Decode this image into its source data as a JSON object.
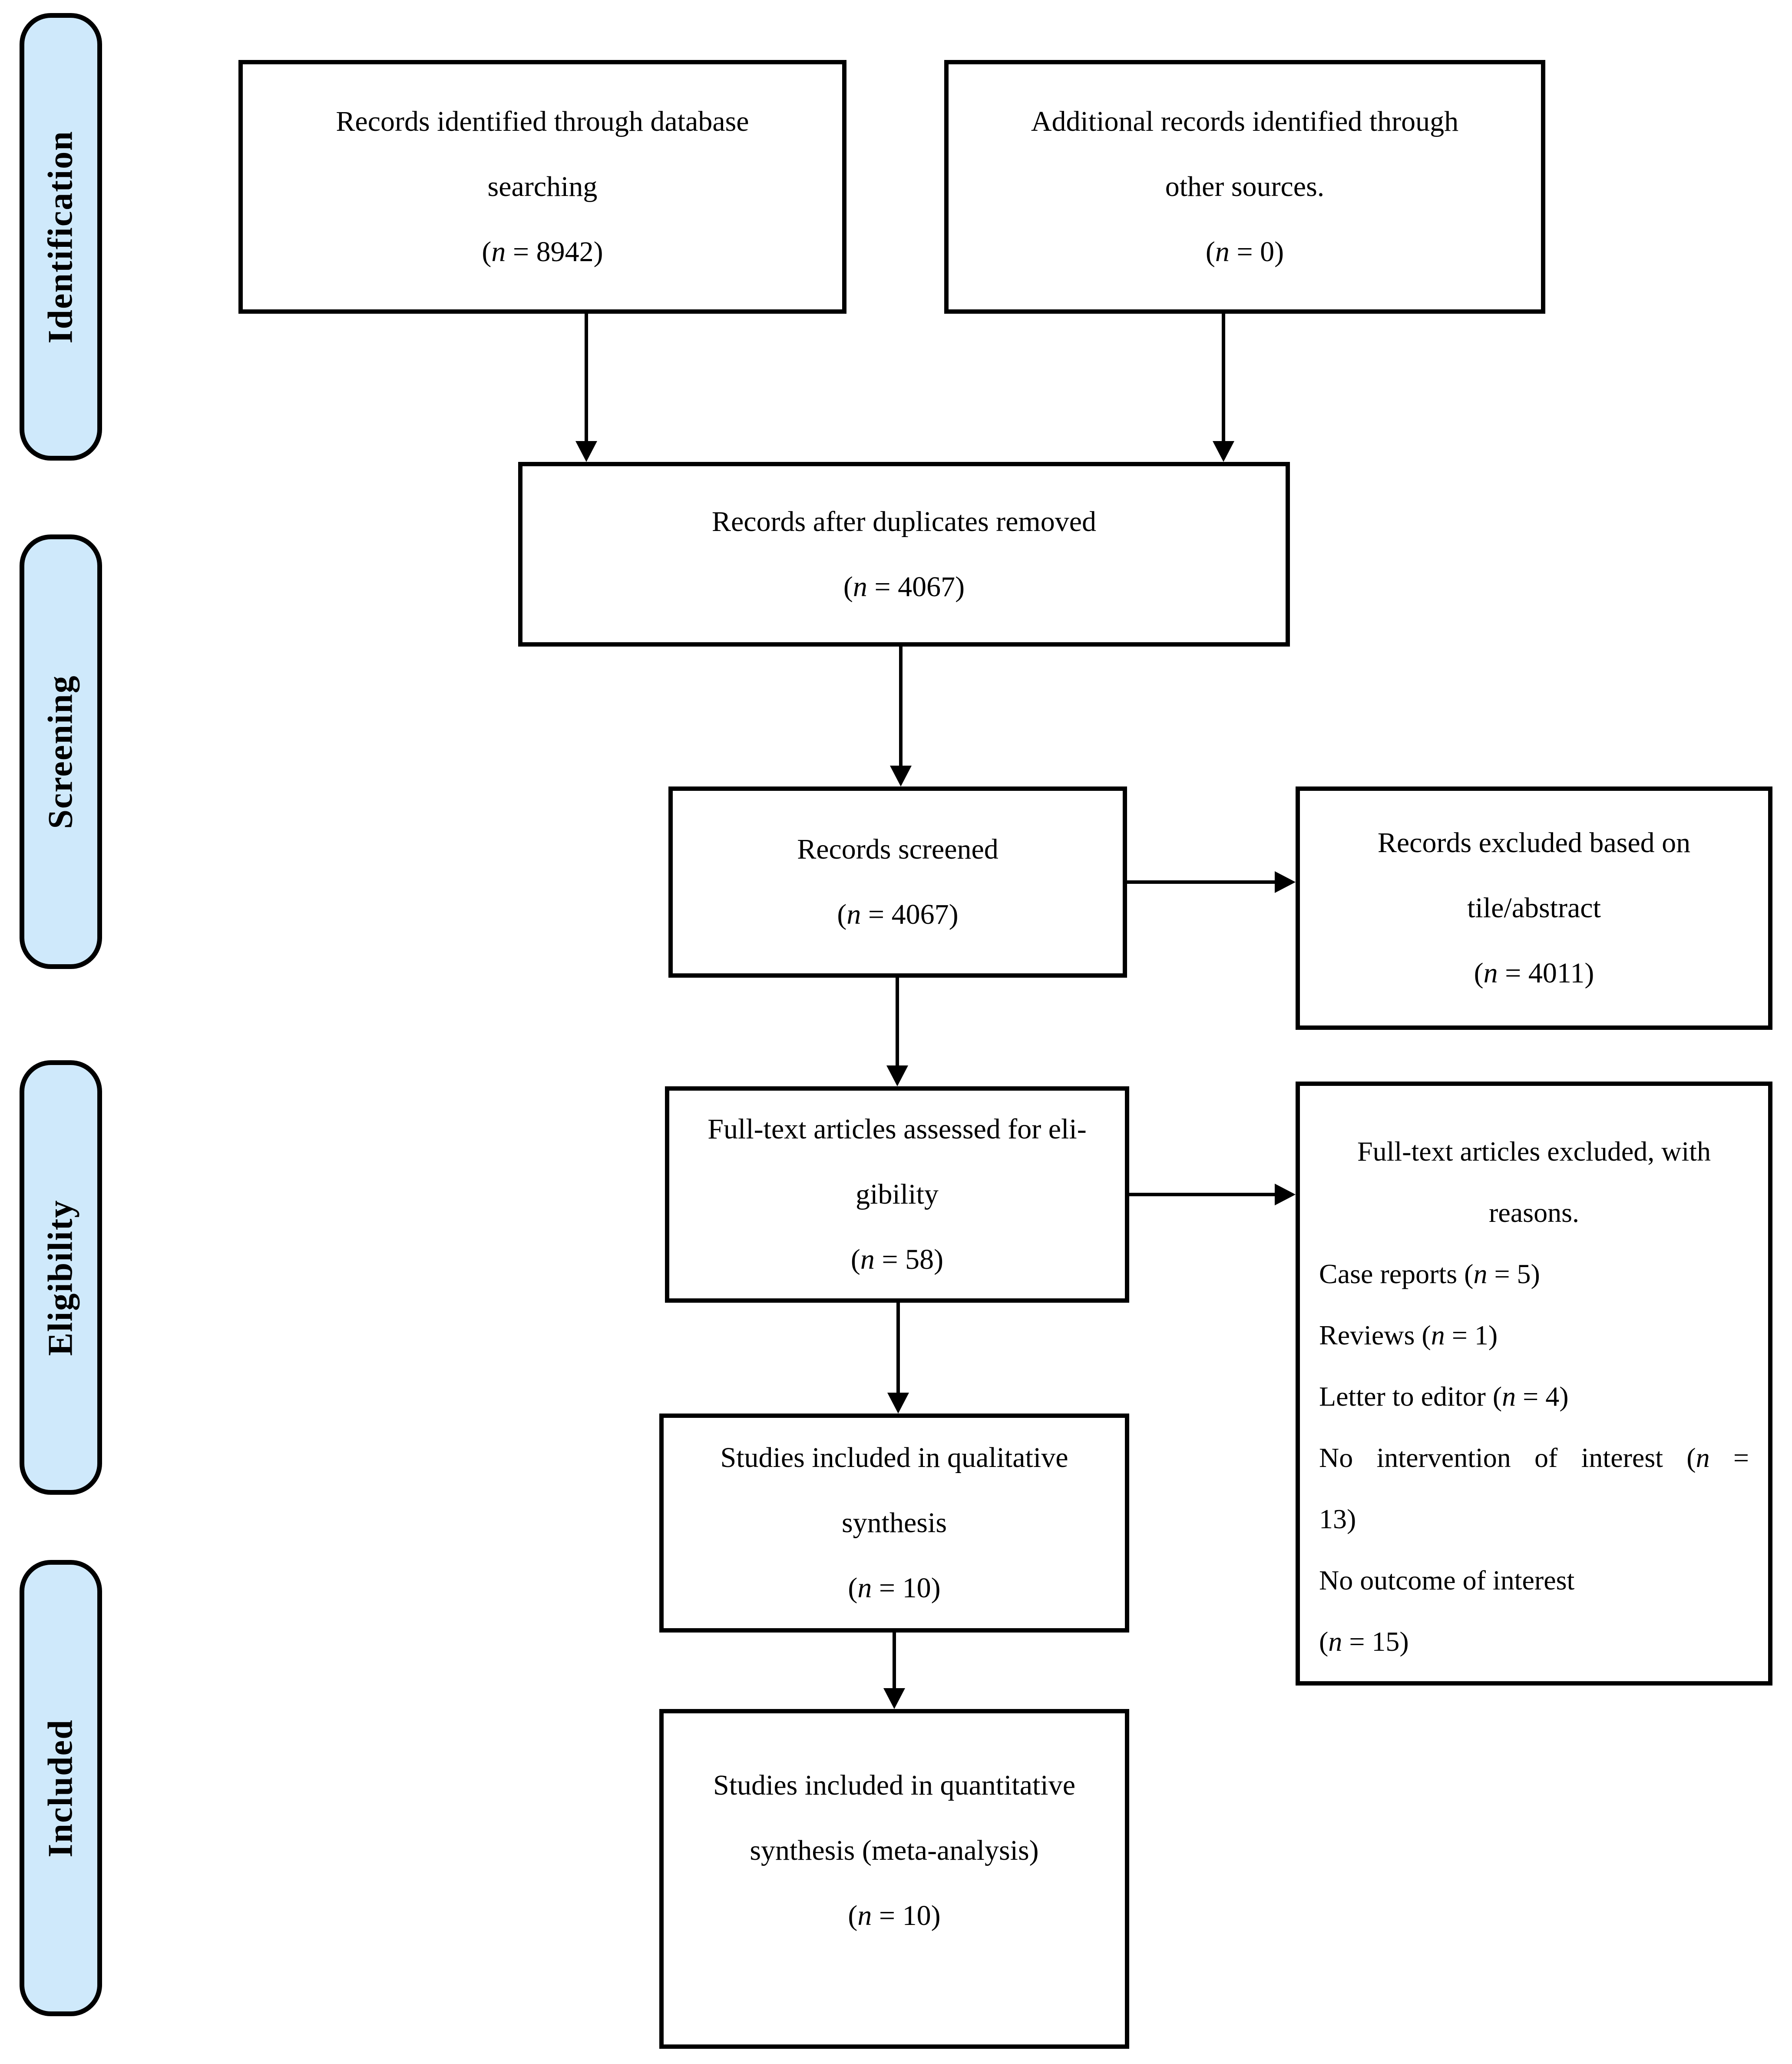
{
  "title": "PRISMA flow diagram",
  "colors": {
    "background": "#ffffff",
    "stage_fill": "#cfe9fb",
    "stage_border": "#000000",
    "box_fill": "#ffffff",
    "box_border": "#000000",
    "arrow": "#000000",
    "text": "#000000"
  },
  "sidebar": {
    "stages": [
      {
        "label": "Identification"
      },
      {
        "label": "Screening"
      },
      {
        "label": "Eligibility"
      },
      {
        "label": "Included"
      }
    ]
  },
  "boxes": {
    "identified": {
      "lines": [
        {
          "text": "Records identified through database",
          "align": "center"
        },
        {
          "text": "searching",
          "align": "center"
        },
        {
          "text": "(n = 8942)",
          "align": "center"
        }
      ]
    },
    "additional": {
      "lines": [
        {
          "text": "Additional records identified through",
          "align": "center"
        },
        {
          "text": "other sources.",
          "align": "center"
        },
        {
          "text": "(n = 0)",
          "align": "center"
        }
      ]
    },
    "deduplicated": {
      "lines": [
        {
          "text": "Records after duplicates removed",
          "align": "center"
        },
        {
          "text": "(n = 4067)",
          "align": "center"
        }
      ]
    },
    "screened": {
      "lines": [
        {
          "text": "Records screened",
          "align": "center"
        },
        {
          "text": "(n = 4067)",
          "align": "center"
        }
      ]
    },
    "excluded_screening": {
      "lines": [
        {
          "text": "Records excluded based on",
          "align": "center"
        },
        {
          "text": "tile/abstract",
          "align": "center"
        },
        {
          "text": "(n = 4011)",
          "align": "center"
        }
      ]
    },
    "fulltext": {
      "lines": [
        {
          "text": "Full-text articles assessed for eli-",
          "align": "center"
        },
        {
          "text": "gibility",
          "align": "center"
        },
        {
          "text": "(n = 58)",
          "align": "center"
        }
      ]
    },
    "excluded_fulltext": {
      "lines": [
        {
          "text": "Full-text articles excluded, with",
          "align": "center"
        },
        {
          "text": "reasons.",
          "align": "center"
        },
        {
          "text": "Case reports (n = 5)",
          "align": "left"
        },
        {
          "text": "Reviews (n = 1)",
          "align": "left"
        },
        {
          "text": "Letter to editor (n = 4)",
          "align": "left"
        },
        {
          "text": "No intervention of interest (n =",
          "align": "justify"
        },
        {
          "text": "13)",
          "align": "left"
        },
        {
          "text": "No outcome of interest",
          "align": "left"
        },
        {
          "text": "(n = 15)",
          "align": "left"
        }
      ]
    },
    "qualitative": {
      "lines": [
        {
          "text": "Studies included in qualitative",
          "align": "center"
        },
        {
          "text": "synthesis",
          "align": "center"
        },
        {
          "text": "(n = 10)",
          "align": "center"
        }
      ]
    },
    "quantitative": {
      "lines": [
        {
          "text": "Studies included in quantitative",
          "align": "center"
        },
        {
          "text": "synthesis (meta-analysis)",
          "align": "center"
        },
        {
          "text": "(n = 10)",
          "align": "center"
        }
      ]
    }
  }
}
